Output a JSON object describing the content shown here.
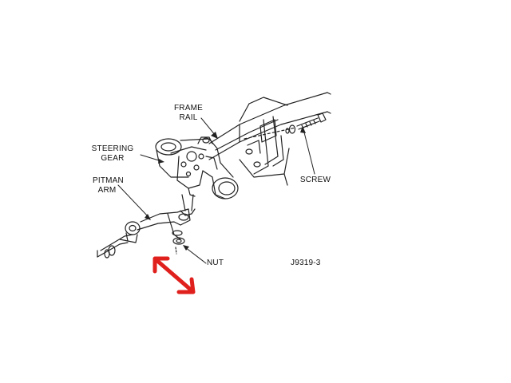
{
  "labels": {
    "frame_rail_line1": "FRAME",
    "frame_rail_line2": "RAIL",
    "steering_gear_line1": "STEERING",
    "steering_gear_line2": "GEAR",
    "pitman_arm_line1": "PITMAN",
    "pitman_arm_line2": "ARM",
    "screw": "SCREW",
    "nut": "NUT",
    "figure_code": "J9319-3"
  },
  "colors": {
    "line": "#222222",
    "arrow": "#e0201c",
    "background": "#ffffff"
  }
}
